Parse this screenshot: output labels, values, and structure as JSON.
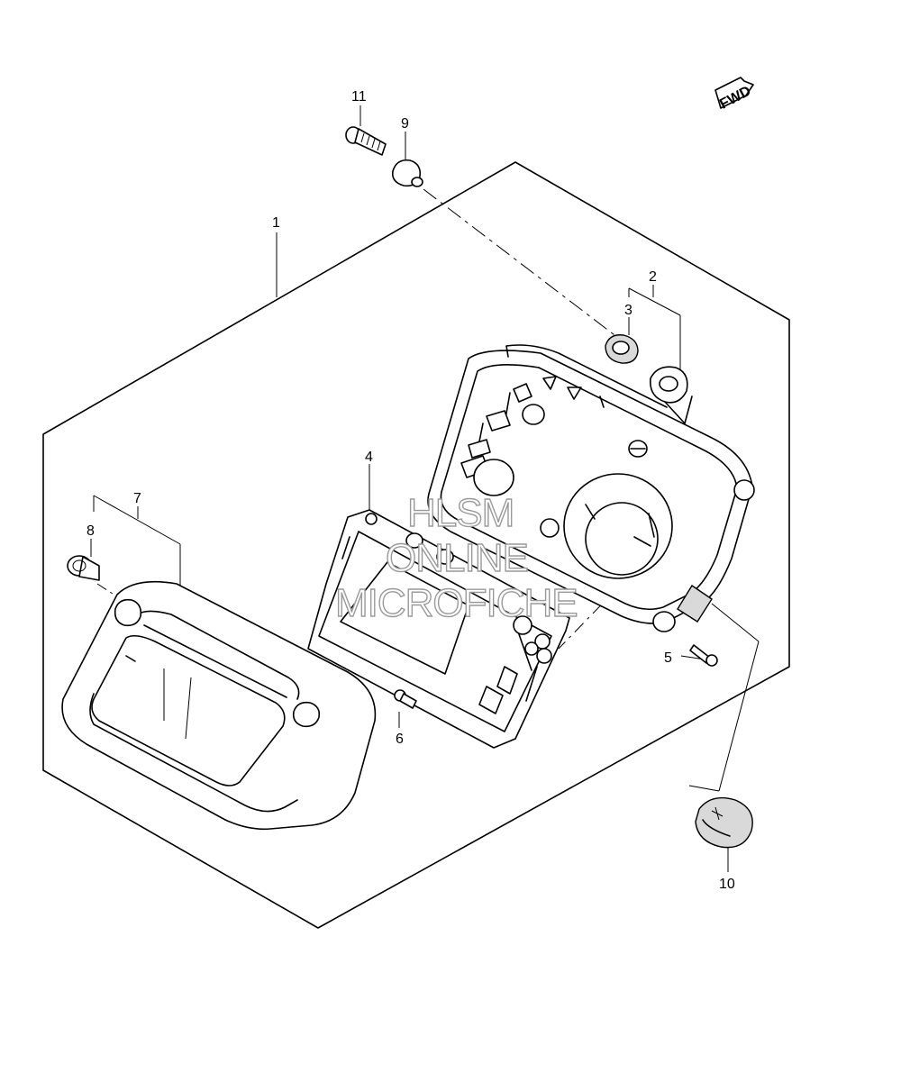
{
  "callouts": {
    "c1": "1",
    "c2": "2",
    "c3": "3",
    "c4": "4",
    "c5": "5",
    "c6": "6",
    "c7": "7",
    "c8": "8",
    "c9": "9",
    "c10": "10",
    "c11": "11"
  },
  "direction_badge": "FWD",
  "watermark": {
    "line1": "HLSM",
    "line2": "ONLINE",
    "line3": "MICROFICHE"
  }
}
